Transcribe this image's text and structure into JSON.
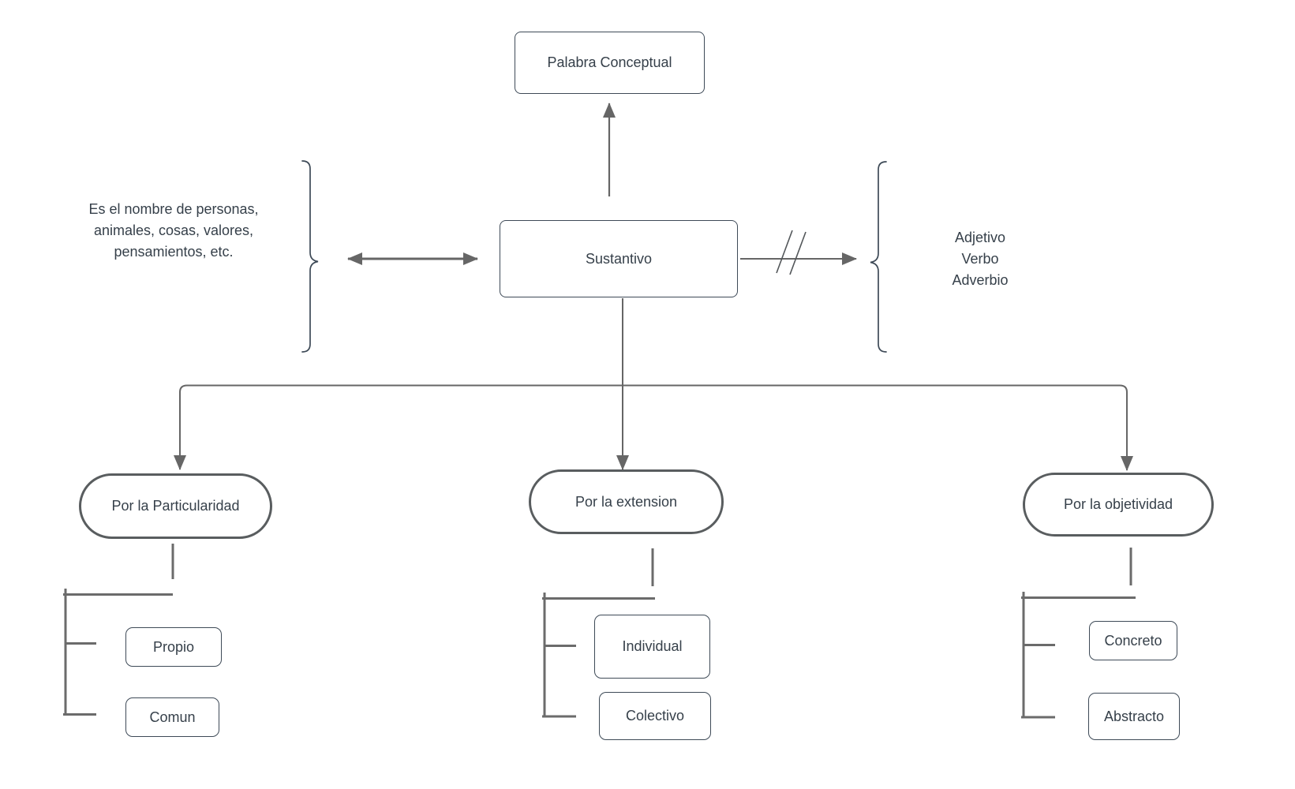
{
  "diagram": {
    "title_node": "Palabra Conceptual",
    "center_node": "Sustantivo",
    "left_note": "Es el nombre de personas,\nanimales, cosas, valores,\npensamientos, etc.",
    "right_note": "Adjetivo\nVerbo\nAdverbio",
    "branches": [
      {
        "label": "Por la Particularidad",
        "children": [
          {
            "label": "Propio"
          },
          {
            "label": "Comun"
          }
        ]
      },
      {
        "label": "Por la extension",
        "children": [
          {
            "label": "Individual"
          },
          {
            "label": "Colectivo"
          }
        ]
      },
      {
        "label": "Por la objetividad",
        "children": [
          {
            "label": "Concreto"
          },
          {
            "label": "Abstracto"
          }
        ]
      }
    ],
    "colors": {
      "background": "#ffffff",
      "connector_gray": "#666666",
      "bracket_gray": "#6b6b6b",
      "shape_border_dark": "#3e4a57",
      "oval_border_gray": "#595d5f",
      "slash_gray": "#53575a",
      "text": "#36404a"
    }
  }
}
